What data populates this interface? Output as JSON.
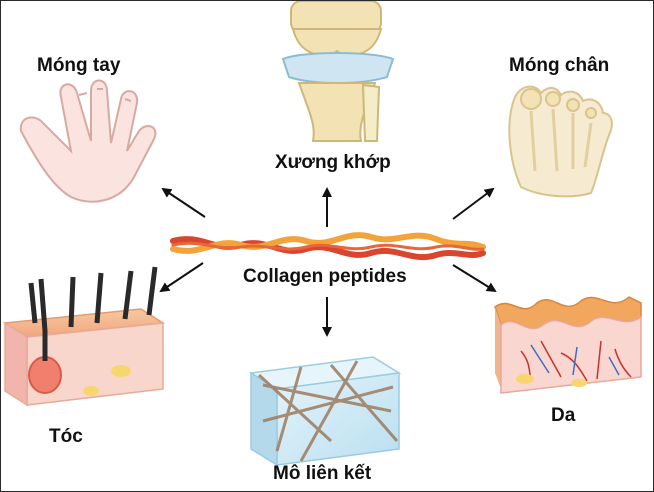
{
  "center_label": "Collagen peptides",
  "labels": {
    "fingernails": "Móng tay",
    "bones_joints": "Xương khớp",
    "toenails": "Móng chân",
    "hair": "Tóc",
    "connective_tissue": "Mô liên kết",
    "skin": "Da"
  },
  "colors": {
    "rope_red": "#d9452f",
    "rope_orange": "#f2a33a",
    "skin_pink": "#f2b5ad",
    "bone": "#f3e3b4",
    "cartilage": "#cfe6f2",
    "tissue_blue": "#cde8f3",
    "arrow": "#111111"
  }
}
